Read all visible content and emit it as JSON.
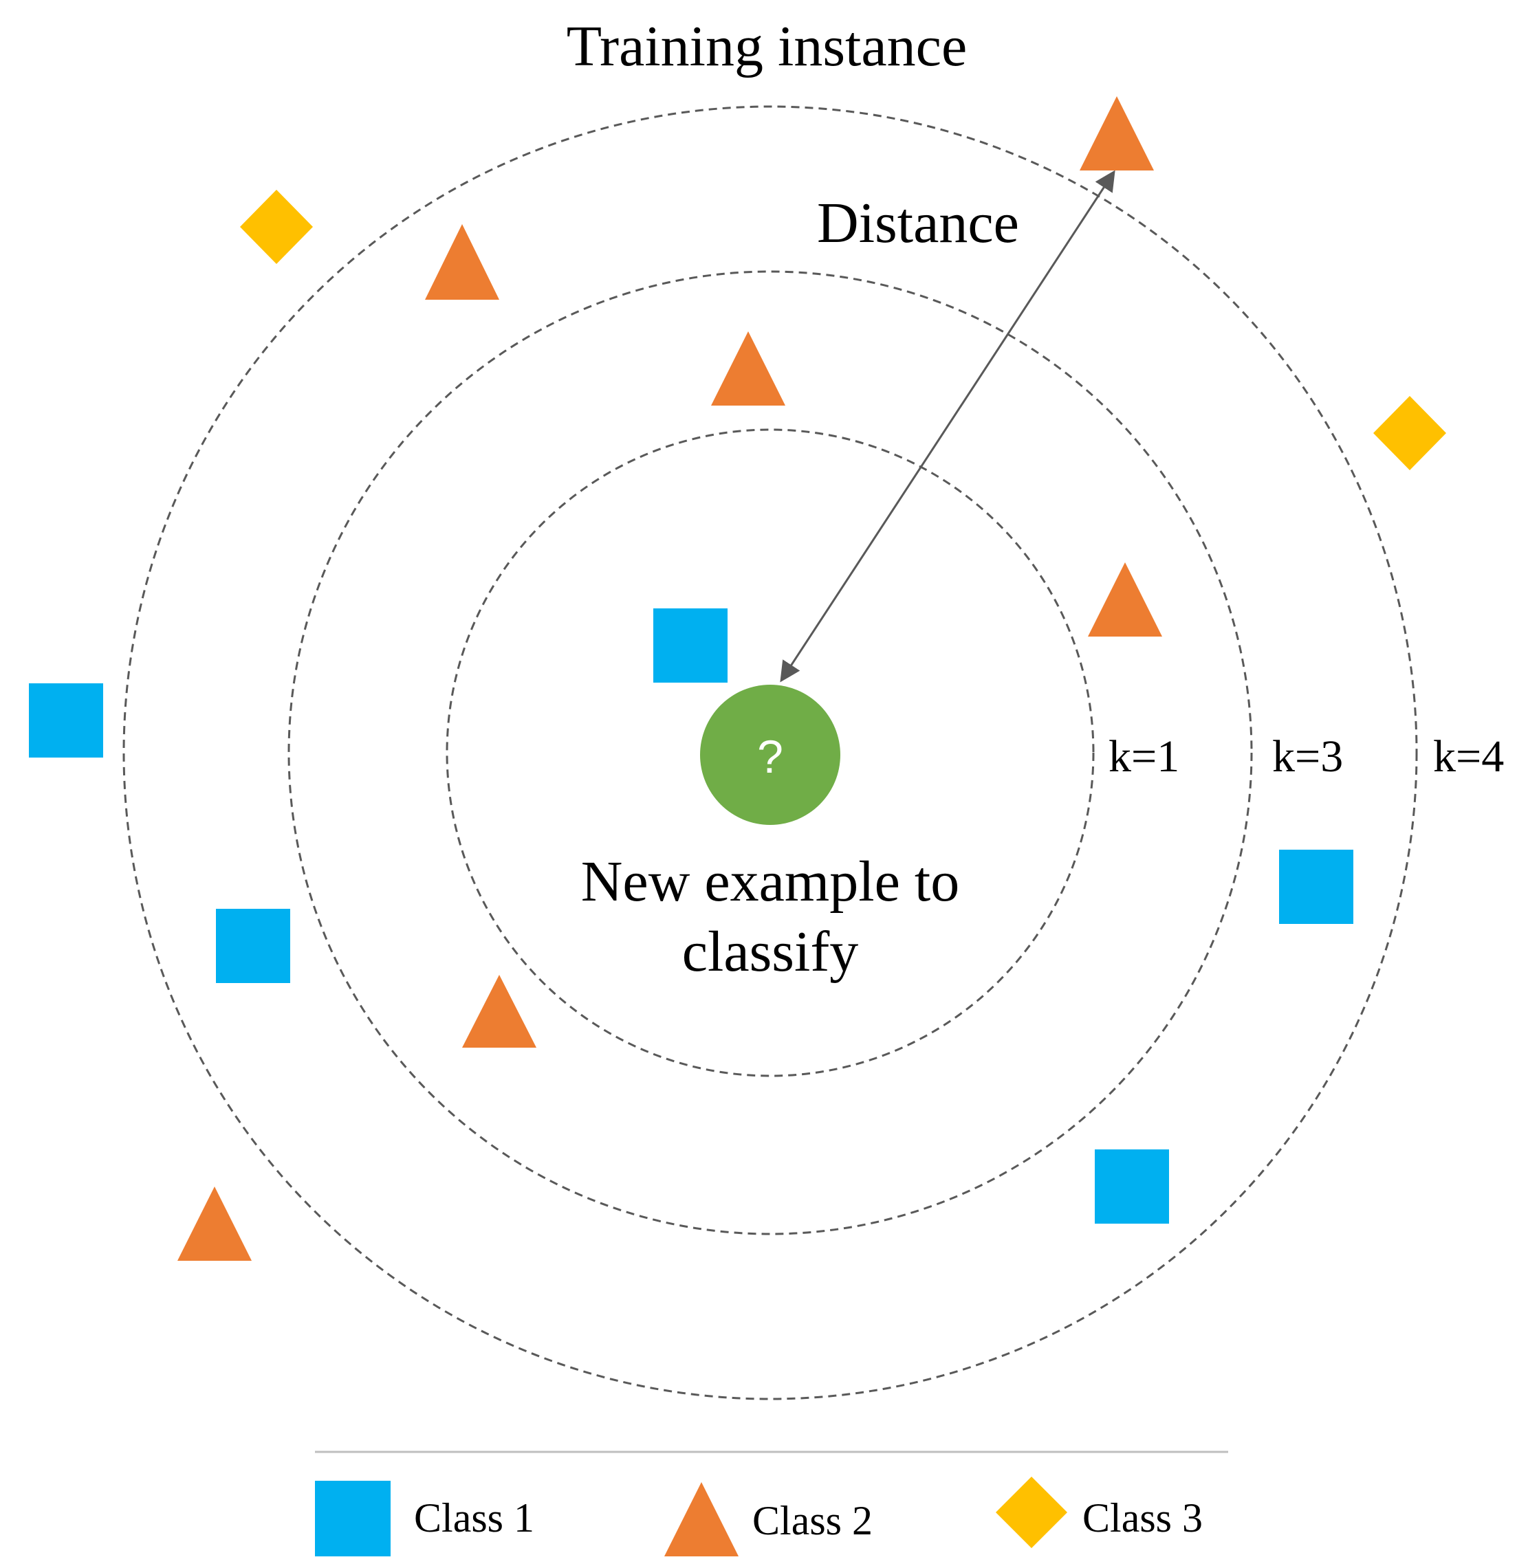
{
  "labels": {
    "training_instance": "Training instance",
    "distance": "Distance",
    "new_example_line1": "New example to",
    "new_example_line2": "classify",
    "query_mark": "?",
    "k1": "k=1",
    "k3": "k=3",
    "k4": "k=4"
  },
  "legend": {
    "class1": "Class 1",
    "class2": "Class 2",
    "class3": "Class 3"
  },
  "colors": {
    "class1": "#00b0f0",
    "class2": "#ed7d31",
    "class3": "#ffc000",
    "query": "#70ad47",
    "ring": "#595959",
    "arrow": "#595959",
    "legend_rule": "#bfbfbf"
  }
}
